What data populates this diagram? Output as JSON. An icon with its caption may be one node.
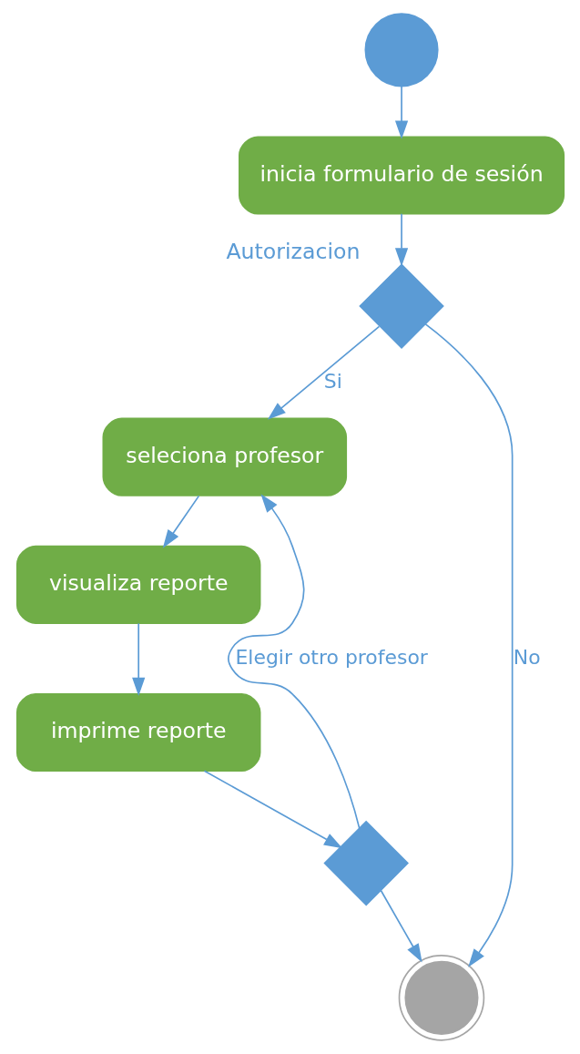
{
  "diagram": {
    "nodes": [
      {
        "text": [],
        "shape": "circle"
      },
      {
        "text": [
          "inicia formulario de sesión"
        ]
      },
      {
        "text": [],
        "shape": "diamond",
        "beside": [
          "Autorizacion"
        ]
      },
      {
        "text": [
          "seleciona profesor"
        ]
      },
      {
        "text": [
          "visualiza reporte"
        ]
      },
      {
        "text": [
          "imprime reporte"
        ]
      },
      {
        "text": [],
        "shape": "diamond"
      },
      {
        "text": [],
        "shape": "circle"
      }
    ],
    "edges": [
      {
        "from": 0,
        "to": 1,
        "arrow": "to"
      },
      {
        "from": 1,
        "to": 2,
        "arrow": "to"
      },
      {
        "from": 2,
        "to": 3,
        "arrow": "to",
        "label": "Si"
      },
      {
        "from": 3,
        "to": 4,
        "arrow": "to"
      },
      {
        "from": 4,
        "to": 5,
        "arrow": "to"
      },
      {
        "from": 5,
        "to": 6,
        "arrow": "to"
      },
      {
        "from": 6,
        "to": 3,
        "arrow": "to",
        "label": "Elegir otro profesor"
      },
      {
        "from": 2,
        "to": 7,
        "arrow": "to",
        "label": "No"
      },
      {
        "from": 6,
        "to": 7,
        "arrow": "to"
      }
    ]
  }
}
